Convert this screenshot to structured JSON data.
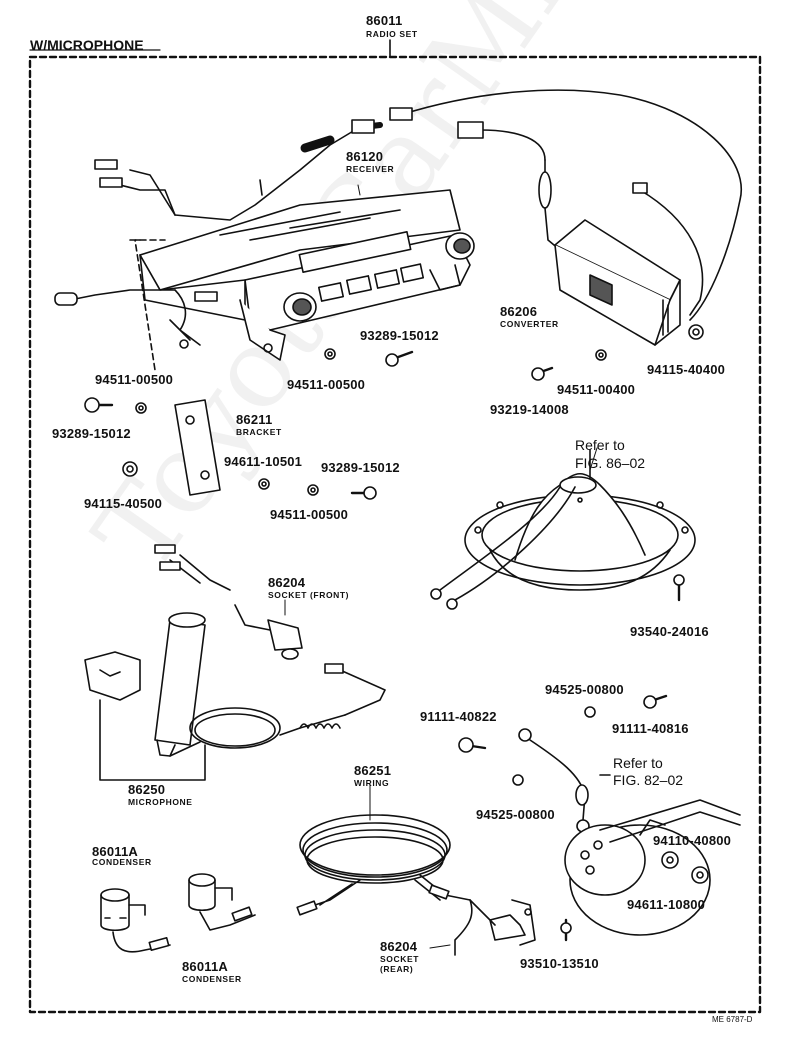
{
  "header": {
    "title": "W/MICROPHONE",
    "radio_set_number": "86011",
    "radio_set_name": "RADIO SET"
  },
  "parts": {
    "receiver": {
      "number": "86120",
      "name": "RECEIVER"
    },
    "converter": {
      "number": "86206",
      "name": "CONVERTER"
    },
    "bracket": {
      "number": "86211",
      "name": "BRACKET"
    },
    "socket_front": {
      "number": "86204",
      "name": "SOCKET (FRONT)"
    },
    "microphone": {
      "number": "86250",
      "name": "MICROPHONE"
    },
    "wiring": {
      "number": "86251",
      "name": "WIRING"
    },
    "condenser_1": {
      "number": "86011A",
      "name": "CONDENSER"
    },
    "condenser_2": {
      "number": "86011A",
      "name": "CONDENSER"
    },
    "socket_rear": {
      "number": "86204",
      "name": "SOCKET",
      "name2": "(REAR)"
    }
  },
  "fasteners": {
    "f1": "93289-15012",
    "f2": "94511-00500",
    "f3": "94511-00500",
    "f4": "93289-15012",
    "f5": "94115-40500",
    "f6": "94511-00400",
    "f7": "93219-14008",
    "f8": "94115-40400",
    "f9": "94611-10501",
    "f10": "93289-15012",
    "f11": "94511-00500",
    "f12": "93540-24016",
    "f13": "94525-00800",
    "f14": "91111-40816",
    "f15": "91111-40822",
    "f16": "94525-00800",
    "f17": "94110-40800",
    "f18": "94611-10800",
    "f19": "93510-13510"
  },
  "references": {
    "speaker_ref_1": "Refer to",
    "speaker_ref_2": "FIG. 86–02",
    "ground_ref_1": "Refer to",
    "ground_ref_2": "FIG. 82–02"
  },
  "footer": {
    "code": "ME 6787-D"
  },
  "watermark": "ToyotaCarMine.ru"
}
